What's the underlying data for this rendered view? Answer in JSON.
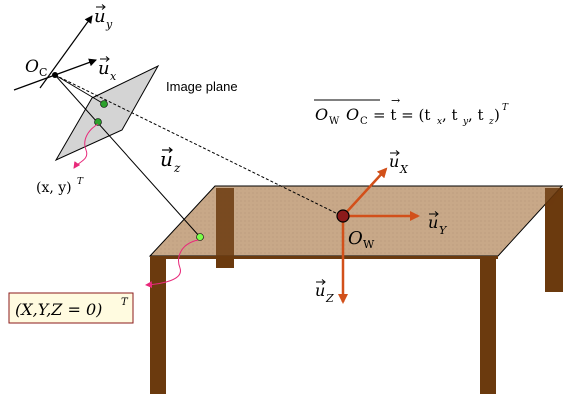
{
  "labels": {
    "u_y": "u",
    "u_y_sub": "y",
    "u_x": "u",
    "u_x_sub": "x",
    "u_z": "u",
    "u_z_sub": "z",
    "o_c": "O",
    "o_c_sub": "C",
    "image_plane": "Image plane",
    "image_point": "(x, y)",
    "image_point_sup": "T",
    "world_point": "(X,Y,Z = 0)",
    "world_point_sup": "T",
    "o_w": "O",
    "o_w_sub": "W",
    "u_X": "u",
    "u_X_sub": "X",
    "u_Y": "u",
    "u_Y_sub": "Y",
    "u_Z": "u",
    "u_Z_sub": "Z",
    "eq_lhs_o1": "O",
    "eq_lhs_o1_sub": "W",
    "eq_lhs_o2": "O",
    "eq_lhs_o2_sub": "C",
    "eq_rhs": "= t = (t",
    "eq_tx_sub": "x",
    "eq_comma1": ", t",
    "eq_ty_sub": "y",
    "eq_comma2": ", t",
    "eq_tz_sub": "z",
    "eq_close": ")",
    "eq_sup": "T"
  },
  "colors": {
    "table_top": "#c8a888",
    "table_leg": "#6b3a0e",
    "table_edge": "#000000",
    "world_axis": "#d2501a",
    "world_origin": "#8b1a1a",
    "image_plane_fill": "#d4d4d4",
    "point_green": "#2ca02c",
    "leader": "#e8297a",
    "label_box_border": "#8b1a1a",
    "label_box_fill": "#fffbe0"
  }
}
